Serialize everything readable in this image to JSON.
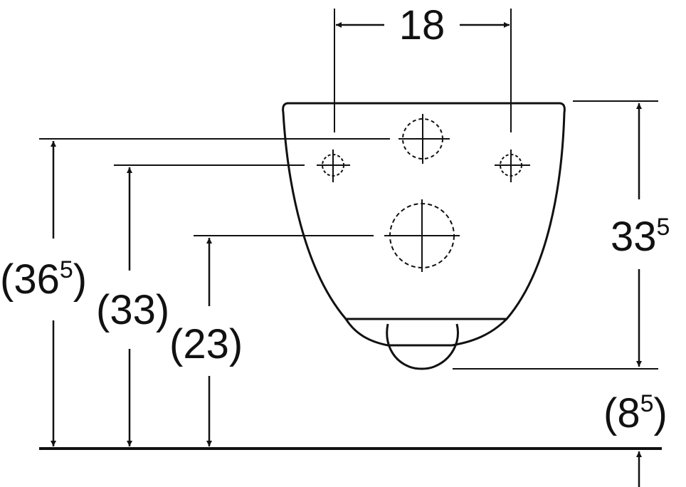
{
  "colors": {
    "ink": "#111111",
    "background": "#ffffff"
  },
  "dimensions": {
    "top_width": "18",
    "right_height": {
      "main": "33",
      "sup": "5"
    },
    "left_outer": {
      "open": "(",
      "main": "36",
      "sup": "5",
      "close": ")"
    },
    "left_mid": "(33)",
    "left_inner": "(23)",
    "right_bottom": {
      "open": "(",
      "main": "8",
      "sup": "5",
      "close": ")"
    }
  }
}
